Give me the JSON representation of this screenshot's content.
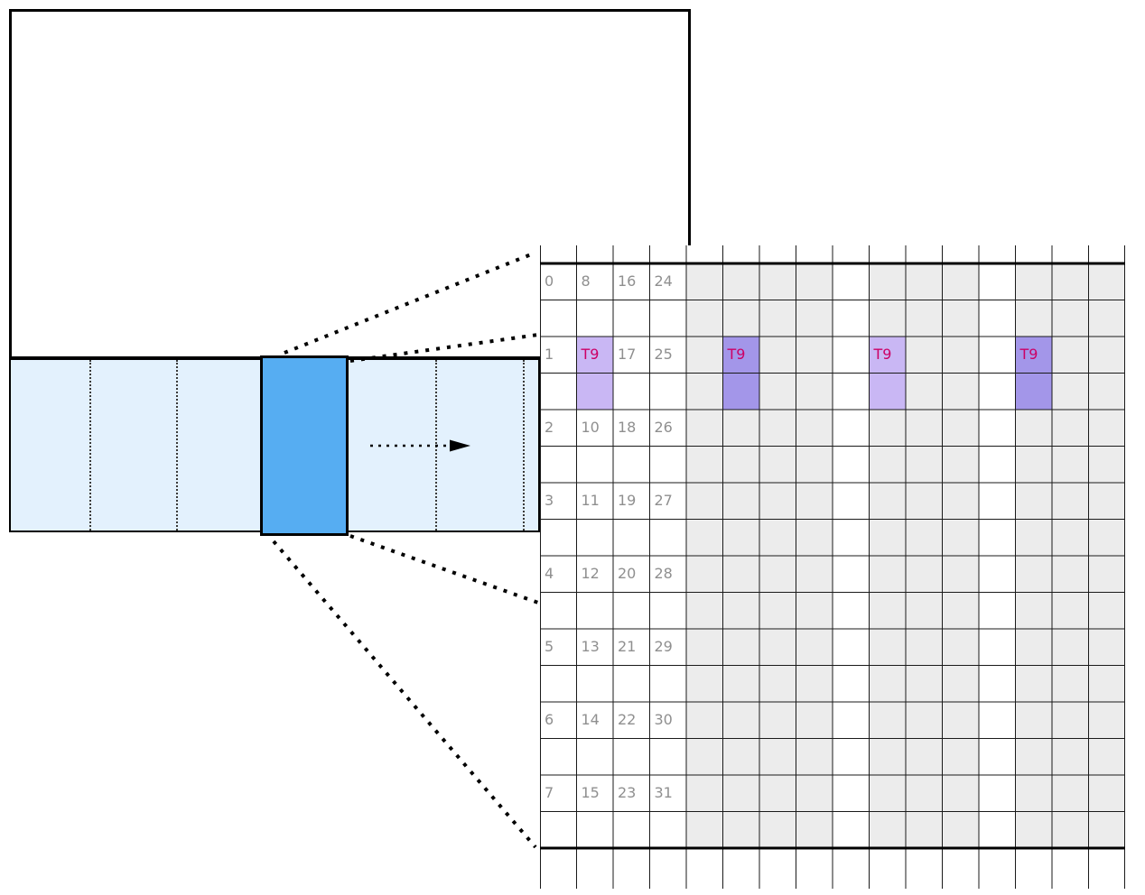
{
  "colors": {
    "background": "#ffffff",
    "outline": "#000000",
    "grid_line": "#1a1a1a",
    "thick_line": "#000000",
    "strip_fill": "#e3f1fd",
    "tile_fill": "#56adf2",
    "cell_gray": "#ececec",
    "cell_white": "#ffffff",
    "t9_fill_light": "#c9b7f4",
    "t9_fill_medium": "#a396e9",
    "t9_text": "#cc0066",
    "number_text": "#8f8f8f"
  },
  "grid": {
    "num_columns": 16,
    "num_row_groups": 8,
    "cells_per_group": 2,
    "row_groups": [
      [
        "0",
        "8",
        "16",
        "24"
      ],
      [
        "1",
        "T9",
        "17",
        "25"
      ],
      [
        "2",
        "10",
        "18",
        "26"
      ],
      [
        "3",
        "11",
        "19",
        "27"
      ],
      [
        "4",
        "12",
        "20",
        "28"
      ],
      [
        "5",
        "13",
        "21",
        "29"
      ],
      [
        "6",
        "14",
        "22",
        "30"
      ],
      [
        "7",
        "15",
        "23",
        "31"
      ]
    ],
    "gray_columns": [
      4,
      5,
      6,
      7,
      9,
      10,
      11,
      13,
      14,
      15
    ],
    "t9": {
      "label": "T9",
      "row_group": 1,
      "columns": [
        1,
        5,
        9,
        13
      ],
      "shades": [
        "light",
        "medium",
        "light",
        "medium"
      ]
    }
  }
}
